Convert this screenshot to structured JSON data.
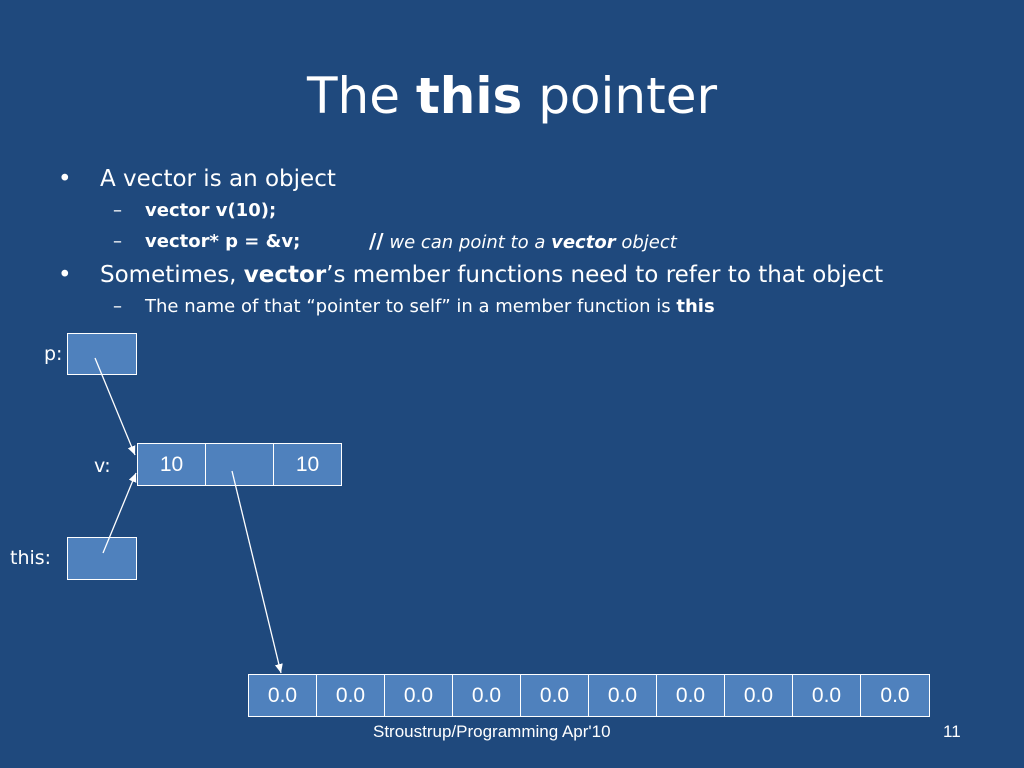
{
  "title": {
    "part1": "The",
    "bold": "this",
    "part2": "pointer"
  },
  "bullets": {
    "b1": {
      "dot": "•",
      "text": "A vector is an object"
    },
    "s1": {
      "dash": "–",
      "code": "vector v(10);"
    },
    "s2": {
      "dash": "–",
      "code": "vector* p = &v;",
      "comment_slashes": "//",
      "comment_text": "we can point to a",
      "comment_bold": "vector",
      "comment_tail": "object"
    },
    "b2": {
      "dot": "•",
      "pre": "Sometimes,",
      "bold": "vector",
      "post": "’s member functions need to refer to that object"
    },
    "s3": {
      "dash": "–",
      "pre": "The name of that “pointer to self” in a member function is",
      "bold": "this"
    }
  },
  "diagram": {
    "p_label": "p:",
    "v_label": "v:",
    "this_label": "this:",
    "v_cells": [
      "10",
      "",
      "10"
    ],
    "array_cells": [
      "0.0",
      "0.0",
      "0.0",
      "0.0",
      "0.0",
      "0.0",
      "0.0",
      "0.0",
      "0.0",
      "0.0"
    ]
  },
  "footer": {
    "center": "Stroustrup/Programming Apr'10",
    "page": "11"
  },
  "colors": {
    "background": "#1f497d",
    "box": "#4f81bd",
    "text": "#ffffff"
  }
}
